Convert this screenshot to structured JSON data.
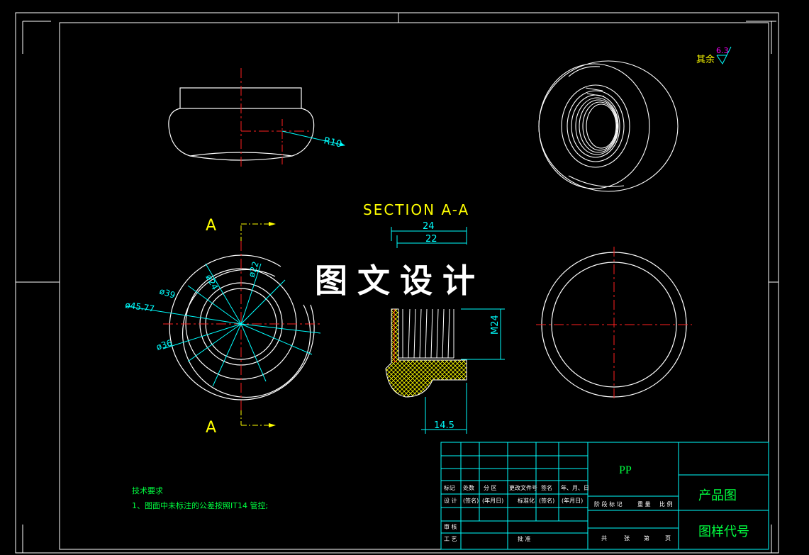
{
  "roughness": {
    "prefix": "其余",
    "value": "6.3"
  },
  "top_view": {
    "radius_label": "R10"
  },
  "section": {
    "title": "SECTION A-A",
    "dim_top_outer": "24",
    "dim_top_inner": "22",
    "dim_thread": "M24",
    "dim_bottom": "14.5"
  },
  "left_view": {
    "cut_label_top": "A",
    "cut_label_bottom": "A",
    "dia_24": "ø24",
    "dia_22": "ø22",
    "dia_39": "ø39",
    "dia_45": "ø45.77",
    "dia_36": "ø36"
  },
  "watermark": "图文设计",
  "notes": {
    "title": "技术要求",
    "line1": "1、图面中未标注的公差按照IT14 管控;"
  },
  "title_block": {
    "material": "PP",
    "drawing_type": "产品图",
    "drawing_number_label": "图样代号",
    "row_a": [
      "标记",
      "处数",
      "分 区",
      "更改文件号",
      "签名",
      "年、月、日"
    ],
    "row_b": [
      "设 计",
      "(签名)",
      "(年月日)",
      "标准化",
      "(签名)",
      "(年月日)"
    ],
    "stage_labels": [
      "阶 段 标 记",
      "重 量",
      "比 例"
    ],
    "review": "审 核",
    "process": "工 艺",
    "approve": "批 准",
    "sheet_labels": [
      "共",
      "张",
      "第",
      "页"
    ]
  },
  "colors": {
    "outline": "#ffffff",
    "center": "#ff2020",
    "dimension": "#00ffff",
    "text_green": "#00ff40",
    "text_yellow": "#ffff00",
    "hatch": "#ffff00",
    "roughness": "#ff00ff"
  }
}
